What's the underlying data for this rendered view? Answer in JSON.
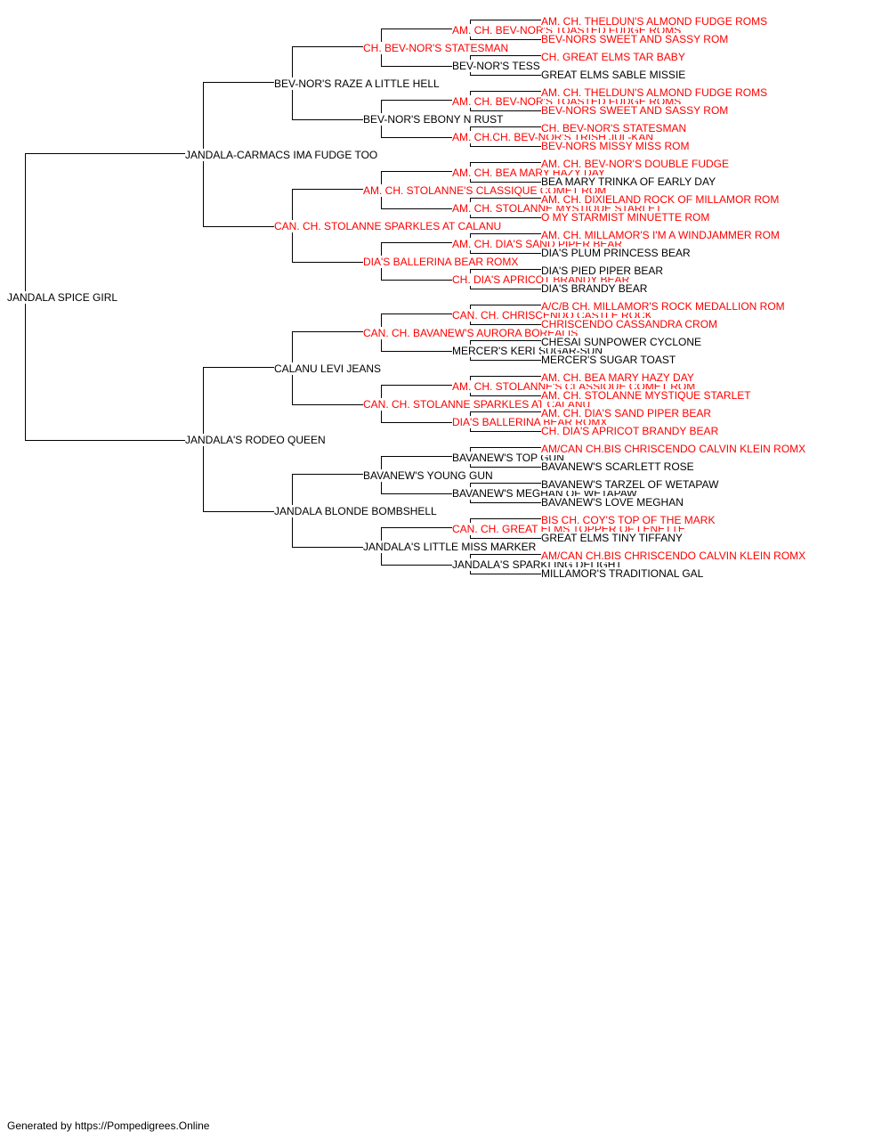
{
  "colors": {
    "titled": "#ff0000",
    "untitled": "#000000",
    "line": "#000000"
  },
  "pedigree": [
    {
      "gen": 0,
      "index": 0,
      "name": "JANDALA SPICE GIRL",
      "titled": false
    },
    {
      "gen": 1,
      "index": 0,
      "name": "JANDALA-CARMACS IMA FUDGE TOO",
      "titled": false
    },
    {
      "gen": 1,
      "index": 1,
      "name": "JANDALA'S RODEO QUEEN",
      "titled": false
    },
    {
      "gen": 2,
      "index": 0,
      "name": "BEV-NOR'S RAZE A LITTLE HELL",
      "titled": false
    },
    {
      "gen": 2,
      "index": 1,
      "name": "CAN. CH. STOLANNE SPARKLES AT CALANU",
      "titled": true
    },
    {
      "gen": 2,
      "index": 2,
      "name": "CALANU LEVI JEANS",
      "titled": false
    },
    {
      "gen": 2,
      "index": 3,
      "name": "JANDALA BLONDE BOMBSHELL",
      "titled": false
    },
    {
      "gen": 3,
      "index": 0,
      "name": "CH. BEV-NOR'S STATESMAN",
      "titled": true
    },
    {
      "gen": 3,
      "index": 1,
      "name": "BEV-NOR'S EBONY N RUST",
      "titled": false
    },
    {
      "gen": 3,
      "index": 2,
      "name": "AM. CH. STOLANNE'S CLASSIQUE COMET ROM",
      "titled": true
    },
    {
      "gen": 3,
      "index": 3,
      "name": "DIA'S BALLERINA BEAR ROMX",
      "titled": true
    },
    {
      "gen": 3,
      "index": 4,
      "name": "CAN. CH. BAVANEW'S AURORA BOREALIS",
      "titled": true
    },
    {
      "gen": 3,
      "index": 5,
      "name": "CAN. CH. STOLANNE SPARKLES AT CALANU",
      "titled": true
    },
    {
      "gen": 3,
      "index": 6,
      "name": "BAVANEW'S YOUNG GUN",
      "titled": false
    },
    {
      "gen": 3,
      "index": 7,
      "name": "JANDALA'S LITTLE MISS MARKER",
      "titled": false
    },
    {
      "gen": 4,
      "index": 0,
      "name": "AM. CH. BEV-NOR'S TOASTED FUDGE ROMS",
      "titled": true
    },
    {
      "gen": 4,
      "index": 1,
      "name": "BEV-NOR'S TESS",
      "titled": false
    },
    {
      "gen": 4,
      "index": 2,
      "name": "AM. CH. BEV-NOR'S TOASTED FUDGE ROMS",
      "titled": true
    },
    {
      "gen": 4,
      "index": 3,
      "name": "AM. CH.CH. BEV-NOR'S TRISH JUL-KAN",
      "titled": true
    },
    {
      "gen": 4,
      "index": 4,
      "name": "AM. CH. BEA MARY HAZY DAY",
      "titled": true
    },
    {
      "gen": 4,
      "index": 5,
      "name": "AM. CH. STOLANNE MYSTIQUE STARLET",
      "titled": true
    },
    {
      "gen": 4,
      "index": 6,
      "name": "AM. CH. DIA'S SAND PIPER BEAR",
      "titled": true
    },
    {
      "gen": 4,
      "index": 7,
      "name": "CH. DIA'S APRICOT BRANDY BEAR",
      "titled": true
    },
    {
      "gen": 4,
      "index": 8,
      "name": "CAN. CH. CHRISCENDO CASTLE ROCK",
      "titled": true
    },
    {
      "gen": 4,
      "index": 9,
      "name": "MERCER'S KERI SUGAR-SUN",
      "titled": false
    },
    {
      "gen": 4,
      "index": 10,
      "name": "AM. CH. STOLANNE'S CLASSIQUE COMET ROM",
      "titled": true
    },
    {
      "gen": 4,
      "index": 11,
      "name": "DIA'S BALLERINA BEAR ROMX",
      "titled": true
    },
    {
      "gen": 4,
      "index": 12,
      "name": "BAVANEW'S TOP GUN",
      "titled": false
    },
    {
      "gen": 4,
      "index": 13,
      "name": "BAVANEW'S MEGHAN OF WETAPAW",
      "titled": false
    },
    {
      "gen": 4,
      "index": 14,
      "name": "CAN. CH. GREAT ELMS TOPPER OF LENETTE",
      "titled": true
    },
    {
      "gen": 4,
      "index": 15,
      "name": "JANDALA'S SPARKLING DELIGHT",
      "titled": false
    },
    {
      "gen": 5,
      "index": 0,
      "name": "AM. CH. THELDUN'S ALMOND FUDGE ROMS",
      "titled": true
    },
    {
      "gen": 5,
      "index": 1,
      "name": "BEV-NORS SWEET AND SASSY ROM",
      "titled": true
    },
    {
      "gen": 5,
      "index": 2,
      "name": "CH. GREAT ELMS TAR BABY",
      "titled": true
    },
    {
      "gen": 5,
      "index": 3,
      "name": "GREAT ELMS SABLE MISSIE",
      "titled": false
    },
    {
      "gen": 5,
      "index": 4,
      "name": "AM. CH. THELDUN'S ALMOND FUDGE ROMS",
      "titled": true
    },
    {
      "gen": 5,
      "index": 5,
      "name": "BEV-NORS SWEET AND SASSY ROM",
      "titled": true
    },
    {
      "gen": 5,
      "index": 6,
      "name": "CH. BEV-NOR'S STATESMAN",
      "titled": true
    },
    {
      "gen": 5,
      "index": 7,
      "name": "BEV-NORS MISSY MISS ROM",
      "titled": true
    },
    {
      "gen": 5,
      "index": 8,
      "name": "AM. CH. BEV-NOR'S DOUBLE FUDGE",
      "titled": true
    },
    {
      "gen": 5,
      "index": 9,
      "name": "BEA MARY TRINKA OF EARLY DAY",
      "titled": false
    },
    {
      "gen": 5,
      "index": 10,
      "name": "AM. CH. DIXIELAND ROCK OF MILLAMOR ROM",
      "titled": true
    },
    {
      "gen": 5,
      "index": 11,
      "name": "O MY STARMIST MINUETTE ROM",
      "titled": true
    },
    {
      "gen": 5,
      "index": 12,
      "name": "AM. CH. MILLAMOR'S I'M A WINDJAMMER ROM",
      "titled": true
    },
    {
      "gen": 5,
      "index": 13,
      "name": "DIA'S PLUM PRINCESS BEAR",
      "titled": false
    },
    {
      "gen": 5,
      "index": 14,
      "name": "DIA'S PIED PIPER BEAR",
      "titled": false
    },
    {
      "gen": 5,
      "index": 15,
      "name": "DIA'S BRANDY BEAR",
      "titled": false
    },
    {
      "gen": 5,
      "index": 16,
      "name": "A/C/B CH. MILLAMOR'S ROCK MEDALLION ROM",
      "titled": true
    },
    {
      "gen": 5,
      "index": 17,
      "name": "CHRISCENDO CASSANDRA CROM",
      "titled": true
    },
    {
      "gen": 5,
      "index": 18,
      "name": "CHESAI SUNPOWER CYCLONE",
      "titled": false
    },
    {
      "gen": 5,
      "index": 19,
      "name": "MERCER'S SUGAR TOAST",
      "titled": false
    },
    {
      "gen": 5,
      "index": 20,
      "name": "AM. CH. BEA MARY HAZY DAY",
      "titled": true
    },
    {
      "gen": 5,
      "index": 21,
      "name": "AM. CH. STOLANNE MYSTIQUE STARLET",
      "titled": true
    },
    {
      "gen": 5,
      "index": 22,
      "name": "AM. CH. DIA'S SAND PIPER BEAR",
      "titled": true
    },
    {
      "gen": 5,
      "index": 23,
      "name": "CH. DIA'S APRICOT BRANDY BEAR",
      "titled": true
    },
    {
      "gen": 5,
      "index": 24,
      "name": "AM/CAN CH.BIS CHRISCENDO CALVIN KLEIN ROMX",
      "titled": true
    },
    {
      "gen": 5,
      "index": 25,
      "name": "BAVANEW'S SCARLETT ROSE",
      "titled": false
    },
    {
      "gen": 5,
      "index": 26,
      "name": "BAVANEW'S TARZEL OF WETAPAW",
      "titled": false
    },
    {
      "gen": 5,
      "index": 27,
      "name": "BAVANEW'S LOVE MEGHAN",
      "titled": false
    },
    {
      "gen": 5,
      "index": 28,
      "name": "BIS CH. COY'S TOP OF THE MARK",
      "titled": true
    },
    {
      "gen": 5,
      "index": 29,
      "name": "GREAT ELMS TINY TIFFANY",
      "titled": false
    },
    {
      "gen": 5,
      "index": 30,
      "name": "AM/CAN CH.BIS CHRISCENDO CALVIN KLEIN ROMX",
      "titled": true
    },
    {
      "gen": 5,
      "index": 31,
      "name": "MILLAMOR'S TRADITIONAL GAL",
      "titled": false
    }
  ],
  "footer": "Generated by https://Pompedigrees.Online"
}
